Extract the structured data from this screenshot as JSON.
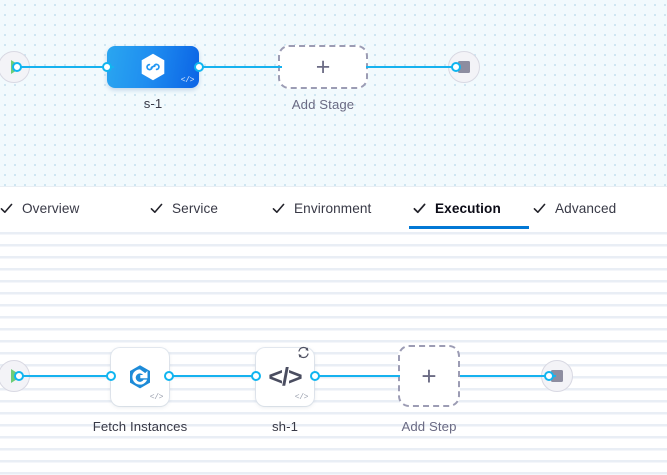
{
  "stage_canvas": {
    "name": "stage-graph",
    "background_color": "#f2fafd",
    "accent_color": "#16b2ef",
    "start_node": {
      "icon": "play-icon",
      "label": ""
    },
    "stop_node": {
      "icon": "stop-icon",
      "label": ""
    },
    "nodes": [
      {
        "id": "s-1",
        "label": "s-1",
        "type": "deployment-stage",
        "icon": "harness-cd-hexagon-icon",
        "badge": "code-icon",
        "selected": true,
        "color": "#1f8ef0"
      }
    ],
    "add_stage": {
      "label": "Add Stage",
      "icon": "plus-icon"
    }
  },
  "tabbar": {
    "name": "stage-config-tabs",
    "active_index": 3,
    "active_underline_color": "#0278d5",
    "tabs": [
      {
        "label": "Overview",
        "icon": "check-icon",
        "complete": true
      },
      {
        "label": "Service",
        "icon": "check-icon",
        "complete": true
      },
      {
        "label": "Environment",
        "icon": "check-icon",
        "complete": true
      },
      {
        "label": "Execution",
        "icon": "check-icon",
        "complete": true
      },
      {
        "label": "Advanced",
        "icon": "check-icon",
        "complete": true
      }
    ]
  },
  "step_canvas": {
    "name": "execution-graph",
    "background_color": "#ffffff",
    "accent_color": "#16b2ef",
    "start_node": {
      "icon": "play-icon",
      "label": ""
    },
    "stop_node": {
      "icon": "stop-icon",
      "label": ""
    },
    "nodes": [
      {
        "id": "fetch-instances",
        "label": "Fetch Instances",
        "type": "elastigroup-step",
        "icon": "elastigroup-spot-icon",
        "badge": "code-icon",
        "loop": false
      },
      {
        "id": "sh-1",
        "label": "sh-1",
        "type": "shell-script-step",
        "icon": "shell-script-code-icon",
        "badge": "code-icon",
        "loop": true,
        "loop_icon": "loop-retry-icon"
      }
    ],
    "add_step": {
      "label": "Add Step",
      "icon": "plus-icon"
    }
  }
}
